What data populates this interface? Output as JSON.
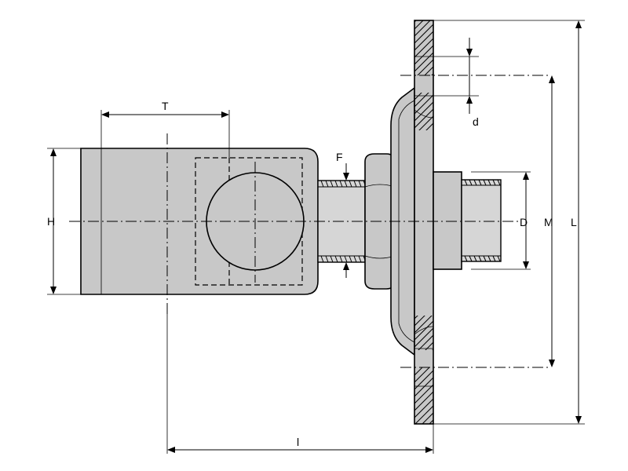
{
  "labels": {
    "T": "T",
    "H": "H",
    "F": "F",
    "d": "d",
    "D": "D",
    "M": "M",
    "L": "L",
    "l": "l"
  }
}
